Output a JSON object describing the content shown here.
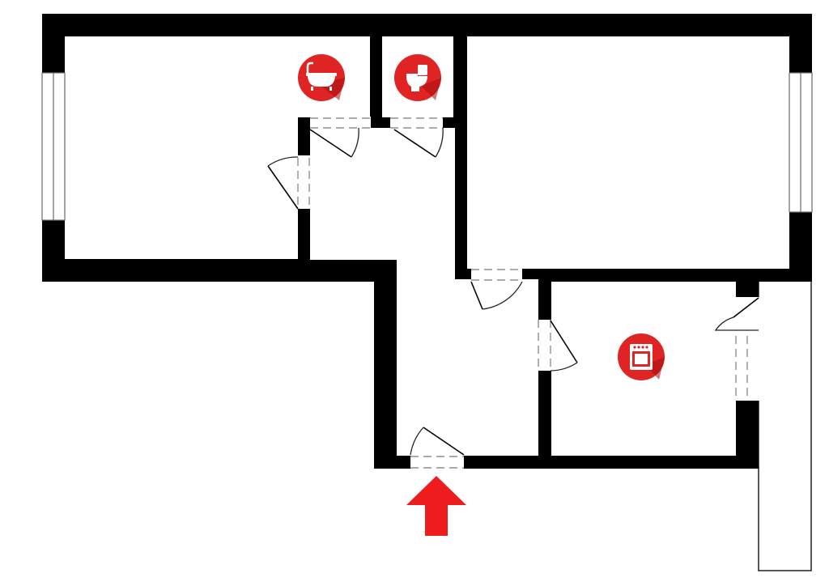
{
  "colors": {
    "wall": "#000000",
    "floor": "#ffffff",
    "icon_fill": "#e02424",
    "icon_shadow": "#a50f0f",
    "entrance_arrow": "#ee1c1c"
  },
  "icons": [
    {
      "room": "bathroom",
      "icon": "bathtub-icon"
    },
    {
      "room": "toilet",
      "icon": "toilet-icon"
    },
    {
      "room": "kitchen",
      "icon": "stove-icon"
    }
  ],
  "entrance": {
    "marker": "arrow-up-icon"
  }
}
